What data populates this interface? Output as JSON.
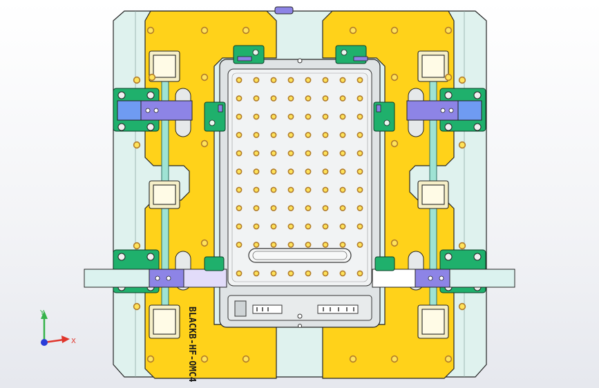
{
  "drawing": {
    "part_label": "BLACKB-HF-OMC4",
    "colors": {
      "background": "#ffffff",
      "base_plate": "#dff2ee",
      "clamp_plate": "#ffd21a",
      "center_tray": "#dfe3e5",
      "pin_field": "#f1f3f4",
      "hole_ring": "#b07b2a",
      "hole_fill": "#ffe35a",
      "green_block": "#1fb06c",
      "purple_block": "#8d84e6",
      "guide_rod": "#9fe3d4",
      "rail": "#dbf2ef"
    }
  },
  "triad": {
    "x_label": "X",
    "y_label": "Y",
    "x_color": "#e0352b",
    "y_color": "#35b34a",
    "z_color": "#2a3cd8"
  }
}
